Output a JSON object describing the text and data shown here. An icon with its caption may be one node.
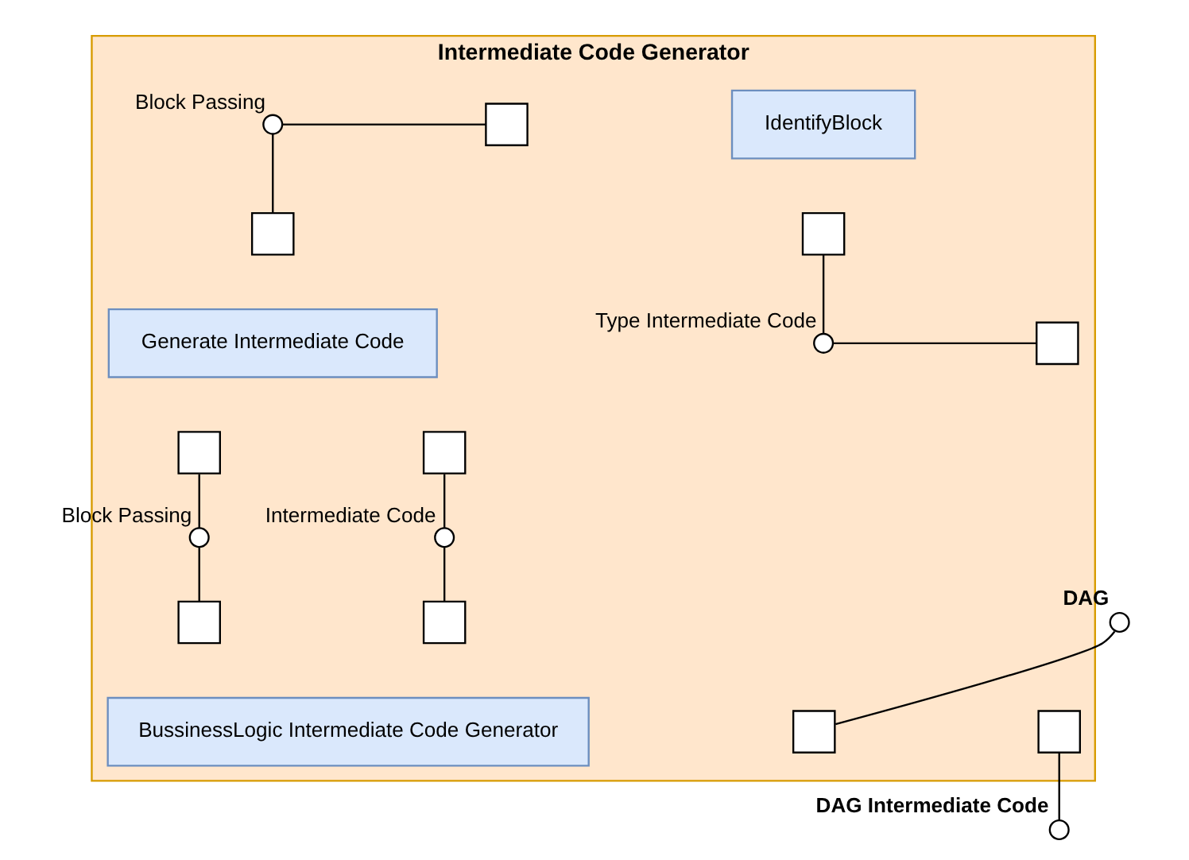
{
  "diagram": {
    "nodes": [
      {
        "text": [
          "Intermediate Code Generator"
        ]
      },
      {
        "text": [
          "Block Passing"
        ],
        "in": 0
      },
      {
        "text": [],
        "shape": "box",
        "in": 0
      },
      {
        "text": [
          "IdentifyBlock"
        ],
        "in": 0
      },
      {
        "text": [],
        "shape": "box",
        "in": 0
      },
      {
        "text": [],
        "shape": "box",
        "in": 0
      },
      {
        "text": [
          "Generate Intermediate Code"
        ],
        "in": 0
      },
      {
        "text": [],
        "shape": "box",
        "in": 0
      },
      {
        "text": [
          "Type Intermediate Code"
        ],
        "in": 0
      },
      {
        "text": [],
        "shape": "box",
        "in": 0
      },
      {
        "text": [],
        "shape": "box",
        "in": 0
      },
      {
        "text": [
          "Block Passing"
        ],
        "in": 0
      },
      {
        "text": [
          "Intermediate Code"
        ],
        "in": 0
      },
      {
        "text": [],
        "shape": "box",
        "in": 0
      },
      {
        "text": [],
        "shape": "box",
        "in": 0
      },
      {
        "text": [
          "DAG"
        ]
      },
      {
        "text": [],
        "shape": "box",
        "in": 0
      },
      {
        "text": [
          "BussinessLogic Intermediate Code Generator"
        ],
        "in": 0
      },
      {
        "text": [],
        "shape": "box",
        "in": 0
      },
      {
        "text": [
          "DAG Intermediate Code"
        ]
      }
    ],
    "edges": [
      {
        "from": 1,
        "to": 2,
        "arrow": "none"
      },
      {
        "from": 1,
        "to": 5,
        "arrow": "none"
      },
      {
        "from": 4,
        "to": 8,
        "arrow": "none"
      },
      {
        "from": 8,
        "to": 7,
        "arrow": "none"
      },
      {
        "from": 9,
        "to": 11,
        "arrow": "none"
      },
      {
        "from": 11,
        "to": 13,
        "arrow": "none"
      },
      {
        "from": 10,
        "to": 12,
        "arrow": "none"
      },
      {
        "from": 12,
        "to": 14,
        "arrow": "none"
      },
      {
        "from": 15,
        "to": 16,
        "arrow": "none"
      },
      {
        "from": 18,
        "to": 19,
        "arrow": "none"
      }
    ]
  }
}
